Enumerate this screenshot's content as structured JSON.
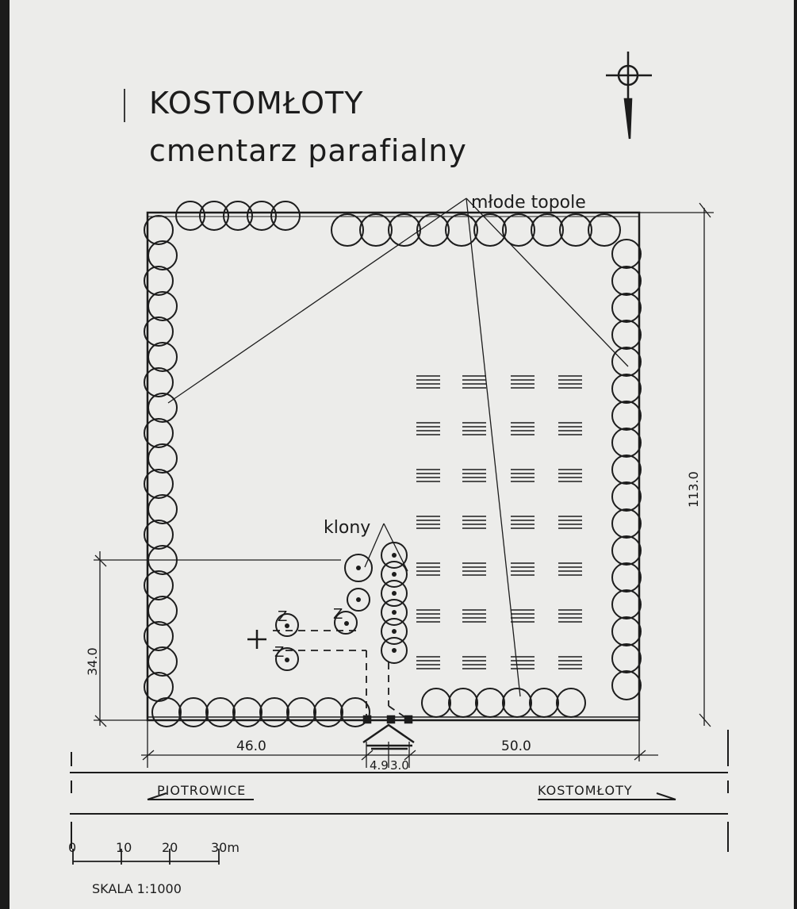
{
  "title": "KOSTOMŁOTY",
  "subtitle": "cmentarz parafialny",
  "labels": {
    "poplars": "młode topole",
    "maples": "klony",
    "tree_mark": "Z"
  },
  "dimensions": {
    "height": "113.0",
    "left_offset": "34.0",
    "left_width": "46.0",
    "right_width": "50.0",
    "gate_width_a": "4.9",
    "gate_width_b": "3.0"
  },
  "roads": {
    "west": "PIOTROWICE",
    "east": "KOSTOMŁOTY"
  },
  "scale": {
    "ticks": [
      "0",
      "10",
      "20",
      "30m"
    ],
    "label": "SKALA 1:1000"
  },
  "graves": {
    "rows": 7,
    "cols": 4,
    "lines_per_grave": 4
  },
  "icons": {
    "north": "north-arrow-icon",
    "cross": "cross-icon",
    "gate": "gate-icon"
  }
}
